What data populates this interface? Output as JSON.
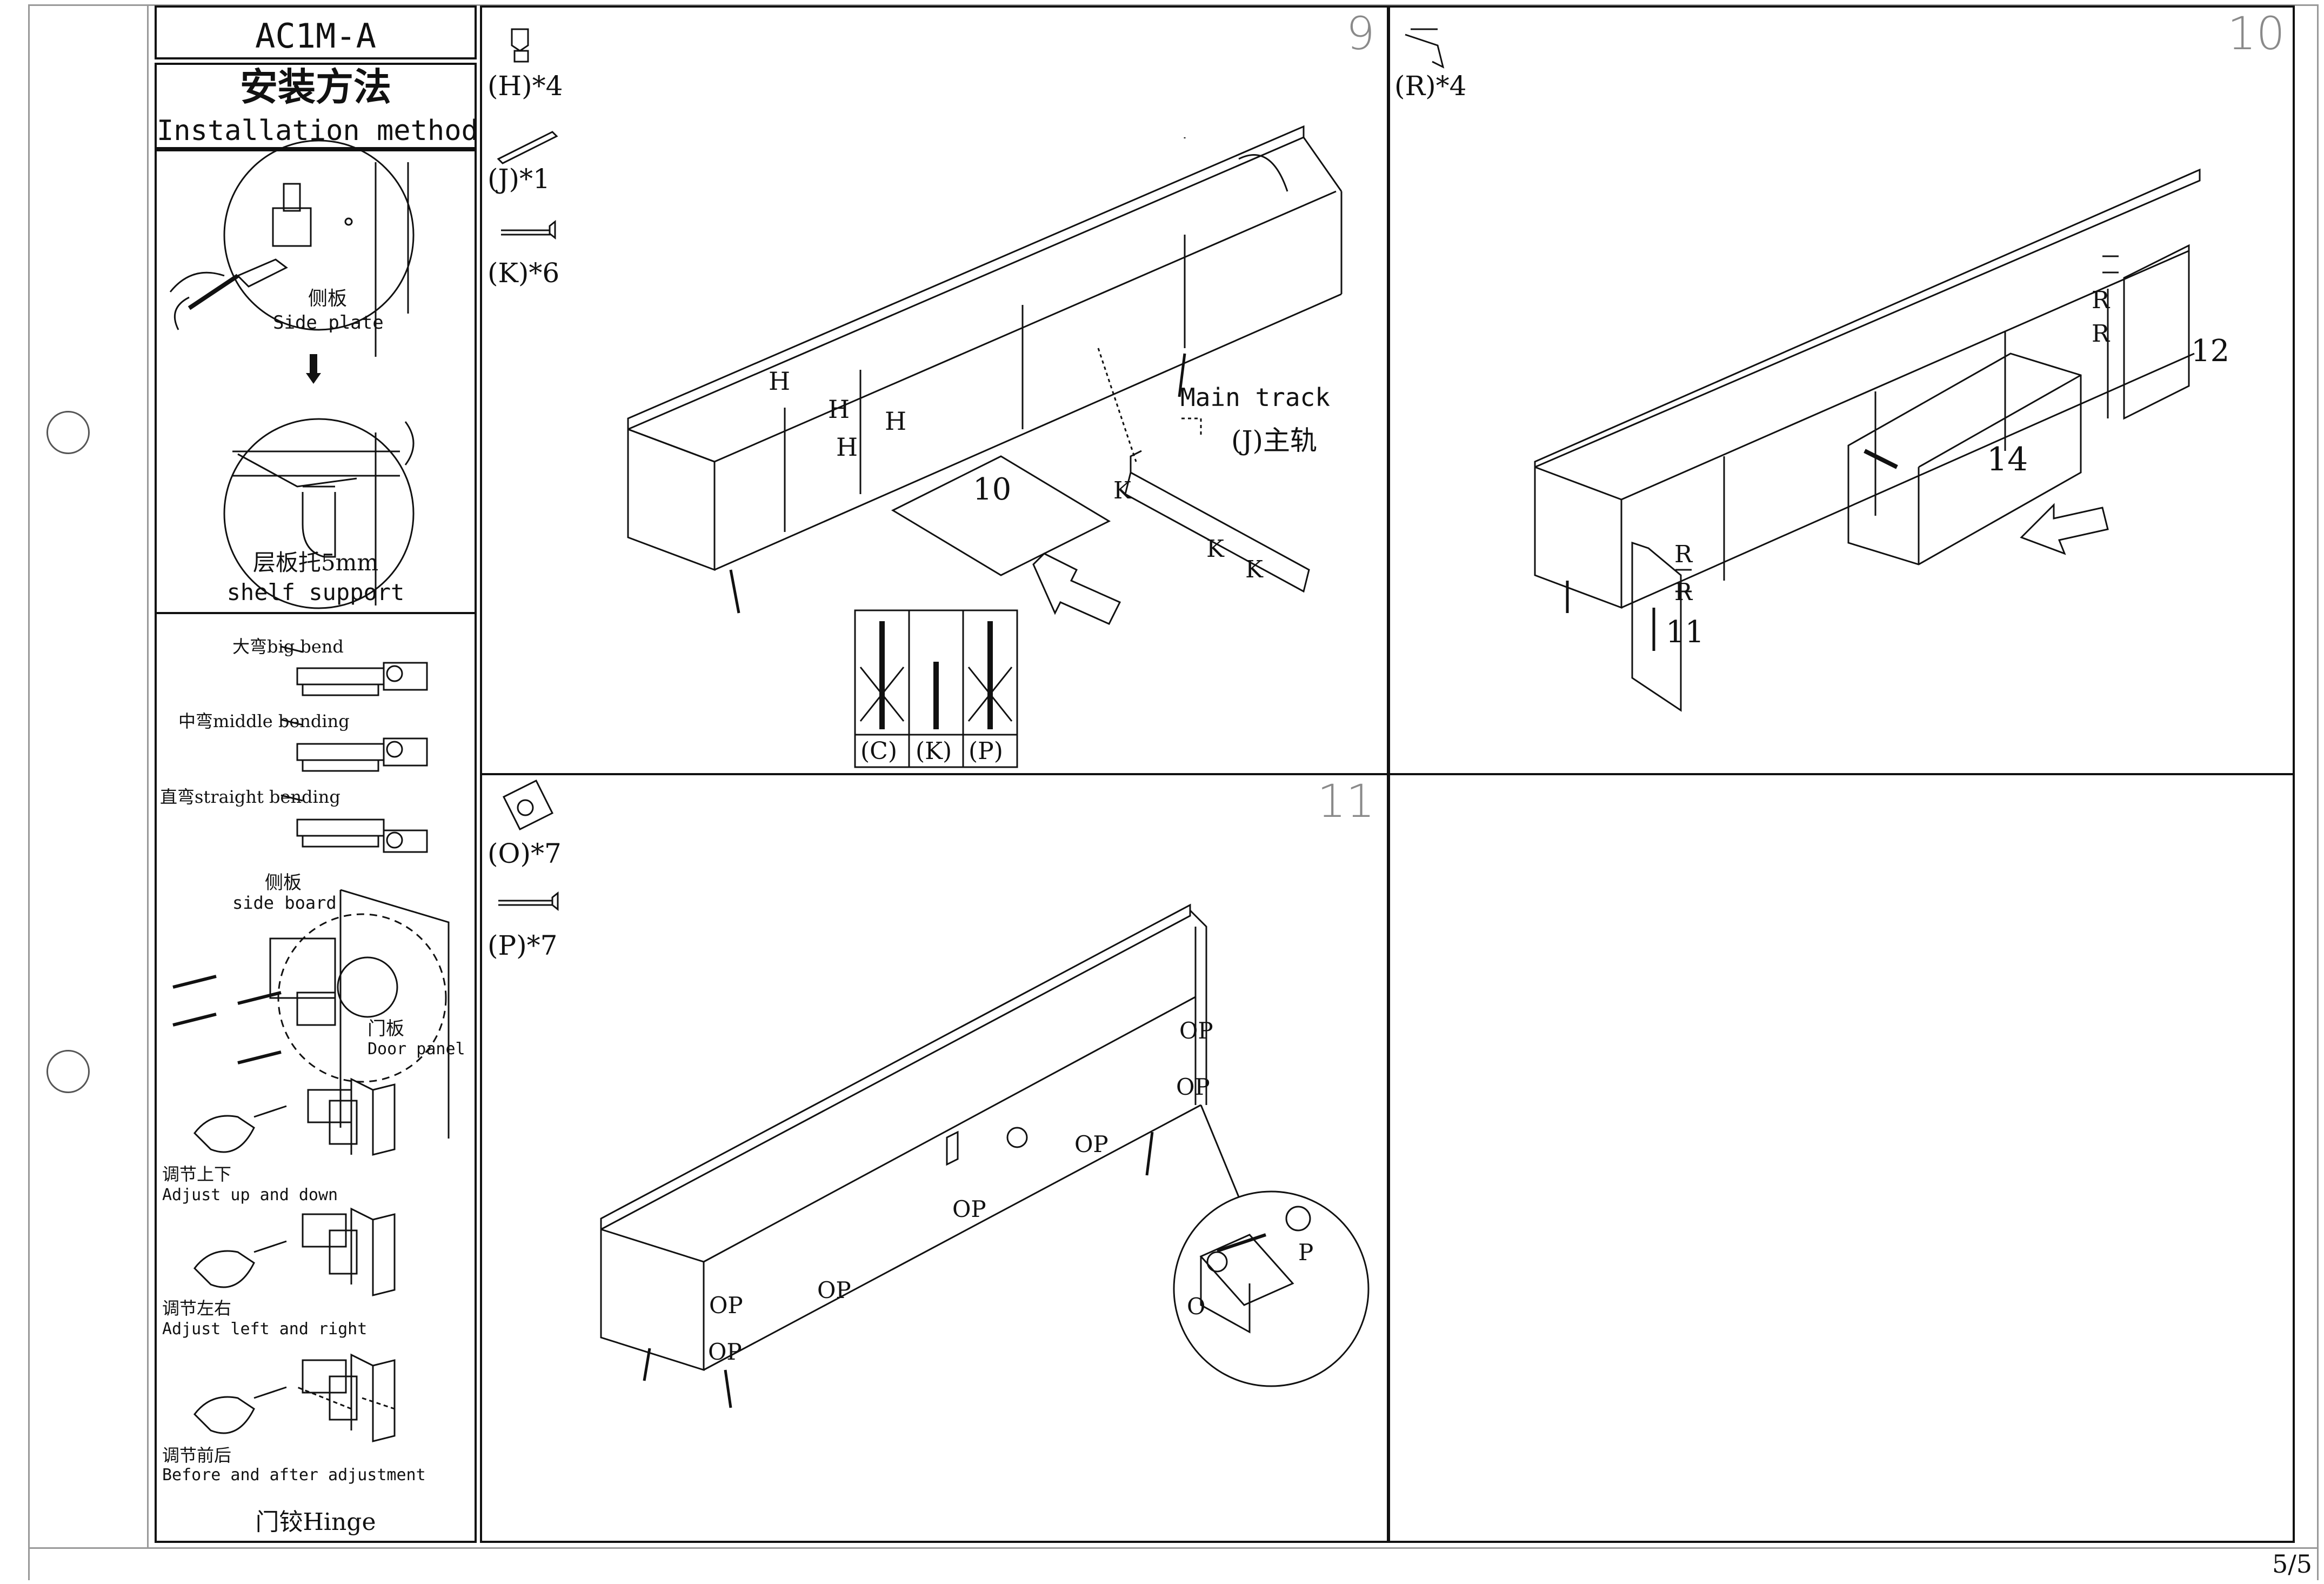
{
  "header": {
    "model": "AC1M-A",
    "title_cn": "安装方法",
    "title_en": "Installation method"
  },
  "shelf_support": {
    "side_plate_cn": "侧板",
    "side_plate_en": "Side plate",
    "label_cn": "层板托5mm",
    "label_en": "shelf support"
  },
  "hinge": {
    "big_bend": "大弯big bend",
    "middle_bending": "中弯middle bending",
    "straight_bending": "直弯straight bending",
    "side_board_cn": "侧板",
    "side_board_en": "side board",
    "door_panel_cn": "门板",
    "door_panel_en": "Door panel",
    "adjust_ud_cn": "调节上下",
    "adjust_ud_en": "Adjust up and down",
    "adjust_lr_cn": "调节左右",
    "adjust_lr_en": "Adjust left and right",
    "adjust_fb_cn": "调节前后",
    "adjust_fb_en": "Before and after adjustment",
    "footer": "门铰Hinge"
  },
  "steps": [
    {
      "number": "9",
      "parts": [
        "(H)*4",
        "(J)*1",
        "(K)*6"
      ],
      "labels": {
        "h": "H",
        "main_track": "Main track",
        "j_main": "(J)主轨",
        "k": "K",
        "panel": "10"
      },
      "screws": [
        "(C)",
        "(K)",
        "(P)"
      ]
    },
    {
      "number": "10",
      "parts": [
        "(R)*4"
      ],
      "labels": {
        "r": "R",
        "door_left": "11",
        "door_right": "12",
        "drawer": "14"
      }
    },
    {
      "number": "11",
      "parts": [
        "(O)*7",
        "(P)*7"
      ],
      "labels": {
        "op": "OP",
        "o": "O",
        "p": "P"
      }
    }
  ],
  "footer": {
    "page": "5/5"
  }
}
